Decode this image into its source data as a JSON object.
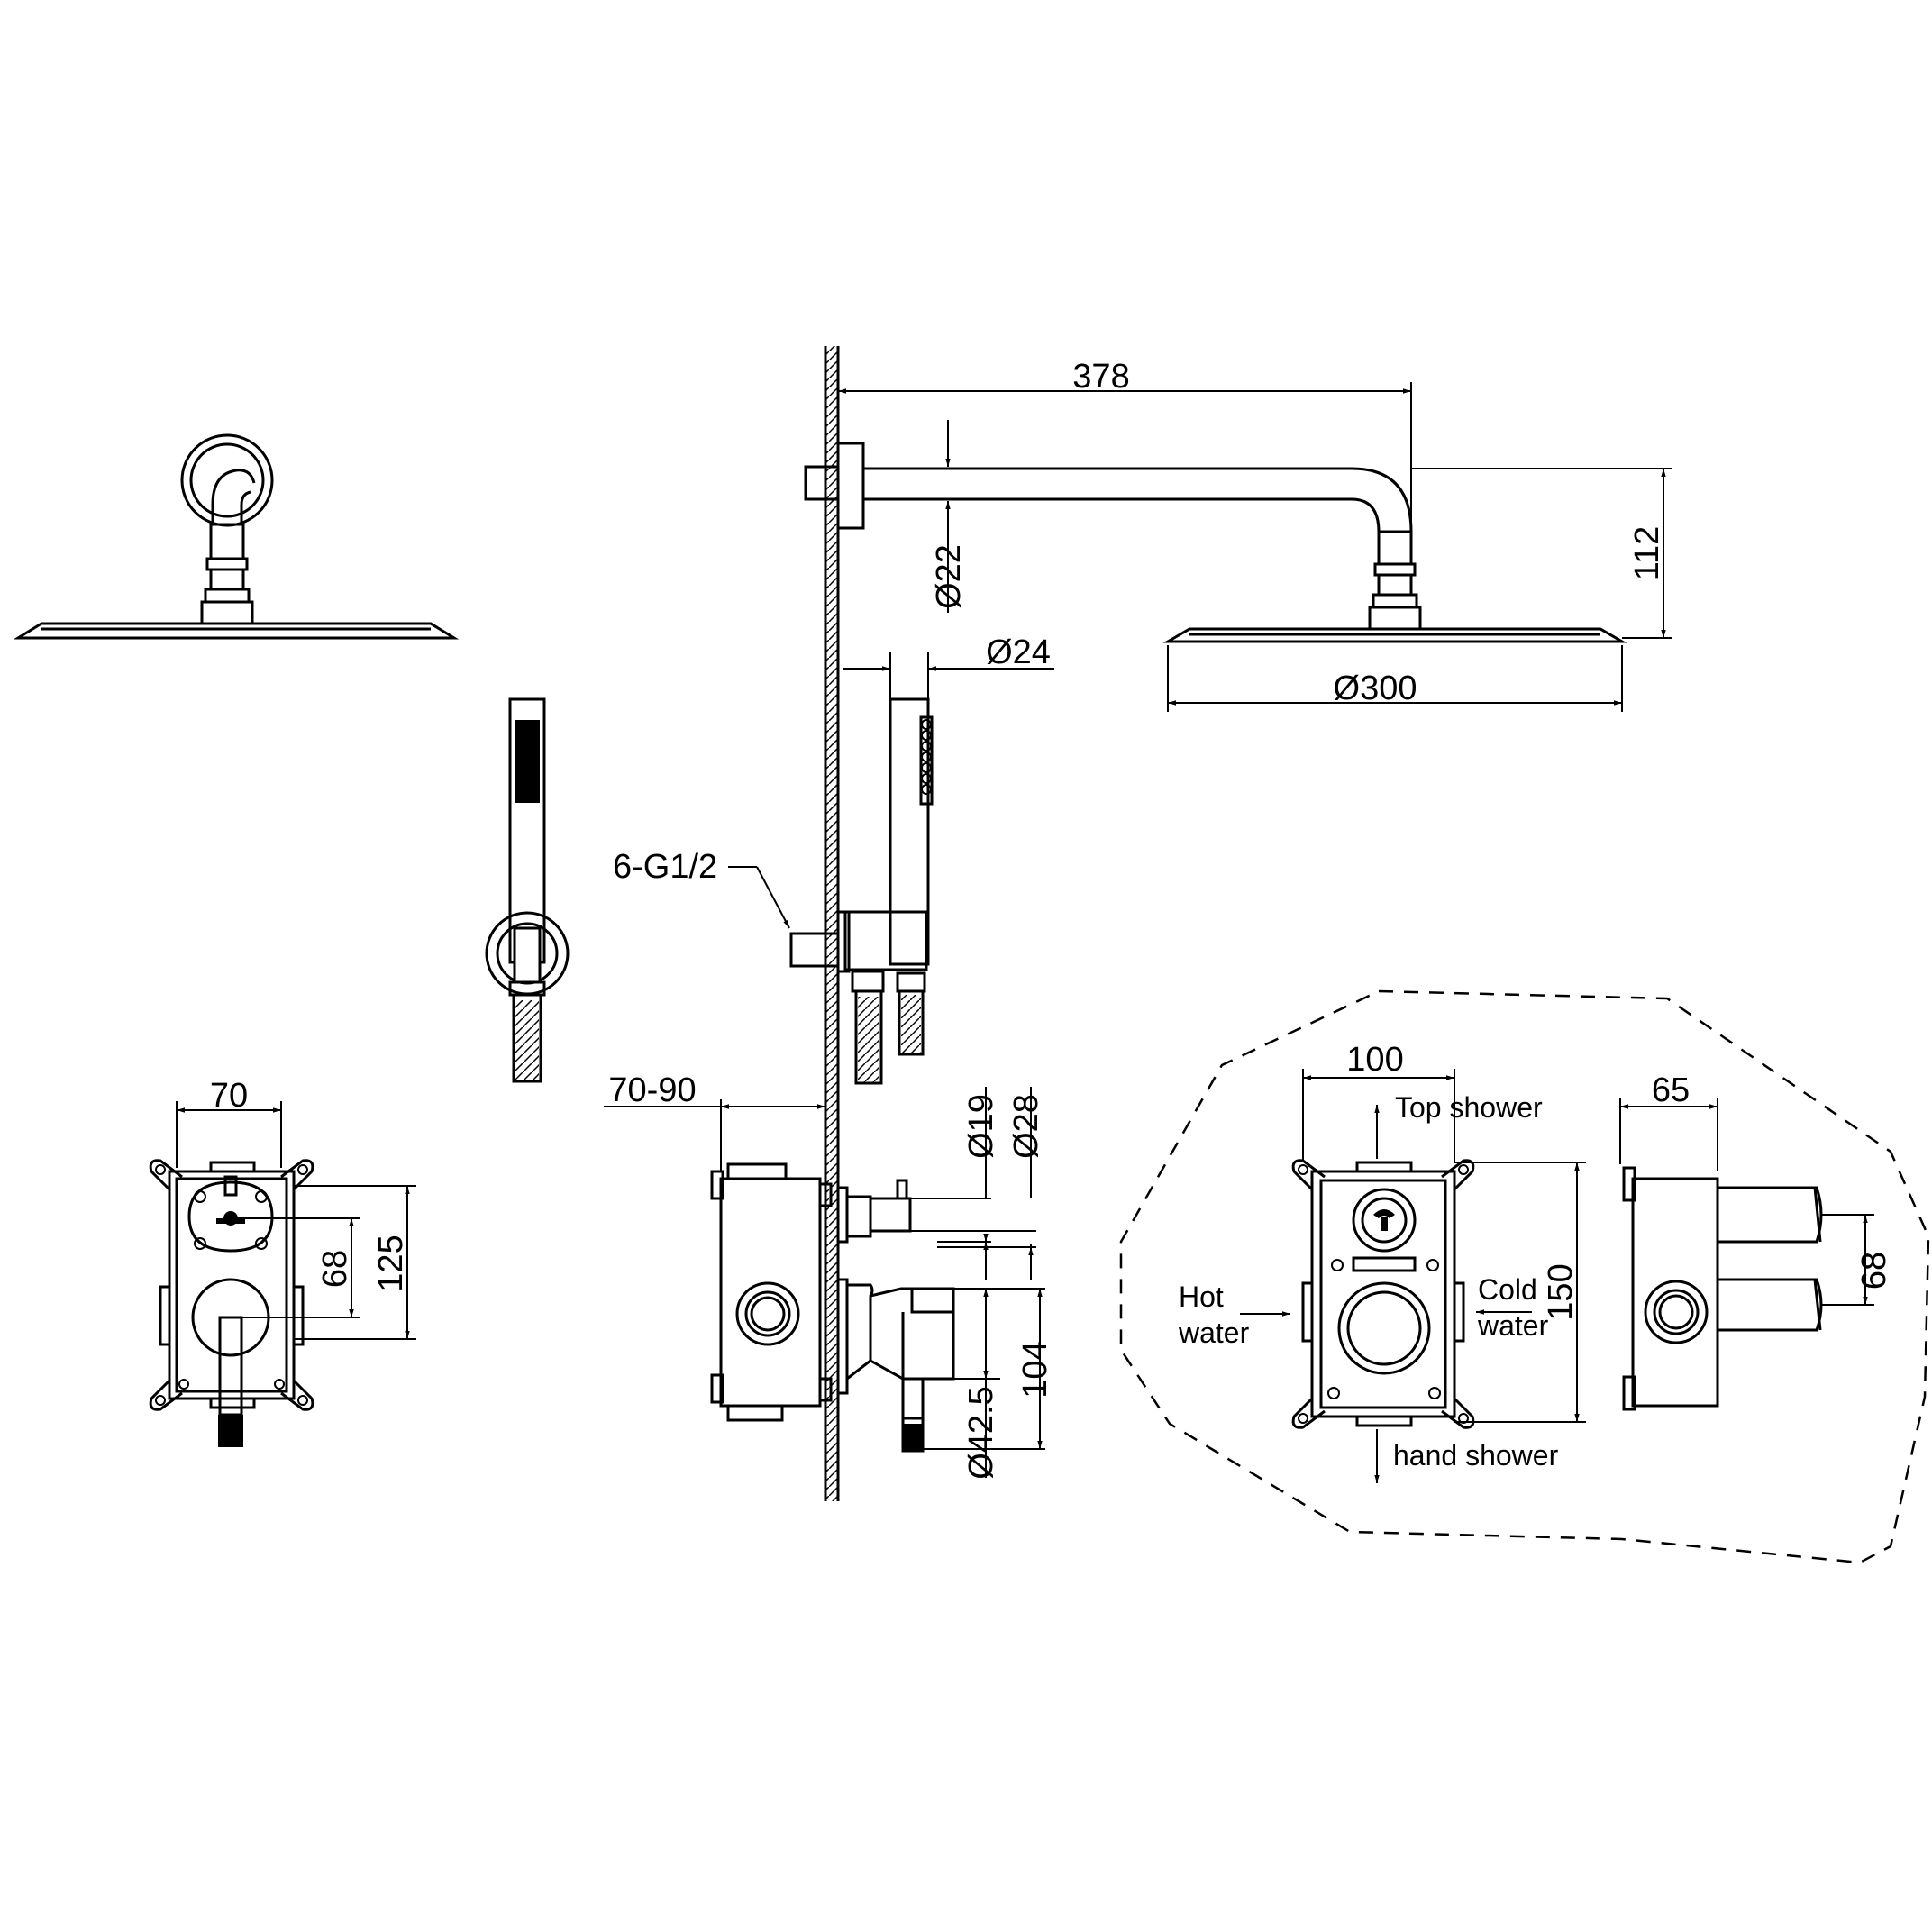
{
  "dimensions": {
    "arm_length": "378",
    "arm_diameter": "Ø22",
    "arm_drop": "112",
    "head_diameter": "Ø300",
    "hose_outlet_diameter": "Ø24",
    "outlet_thread": "6-G1/2",
    "wall_depth": "70-90",
    "spindle_diameter": "Ø19",
    "spindle_base_diameter": "Ø28",
    "handle_diameter": "Ø42.5",
    "handle_offset": "104",
    "box_width_front": "70",
    "box_height_front": "125",
    "box_inlet_spacing_front": "68",
    "box_width_detail": "100",
    "box_height_detail": "150",
    "box_depth_detail": "65",
    "box_inlet_spacing_detail": "68"
  },
  "labels": {
    "top_shower": "Top shower",
    "hand_shower": "hand shower",
    "hot_water_1": "Hot",
    "hot_water_2": "water",
    "cold_water_1": "Cold",
    "cold_water_2": "water"
  }
}
